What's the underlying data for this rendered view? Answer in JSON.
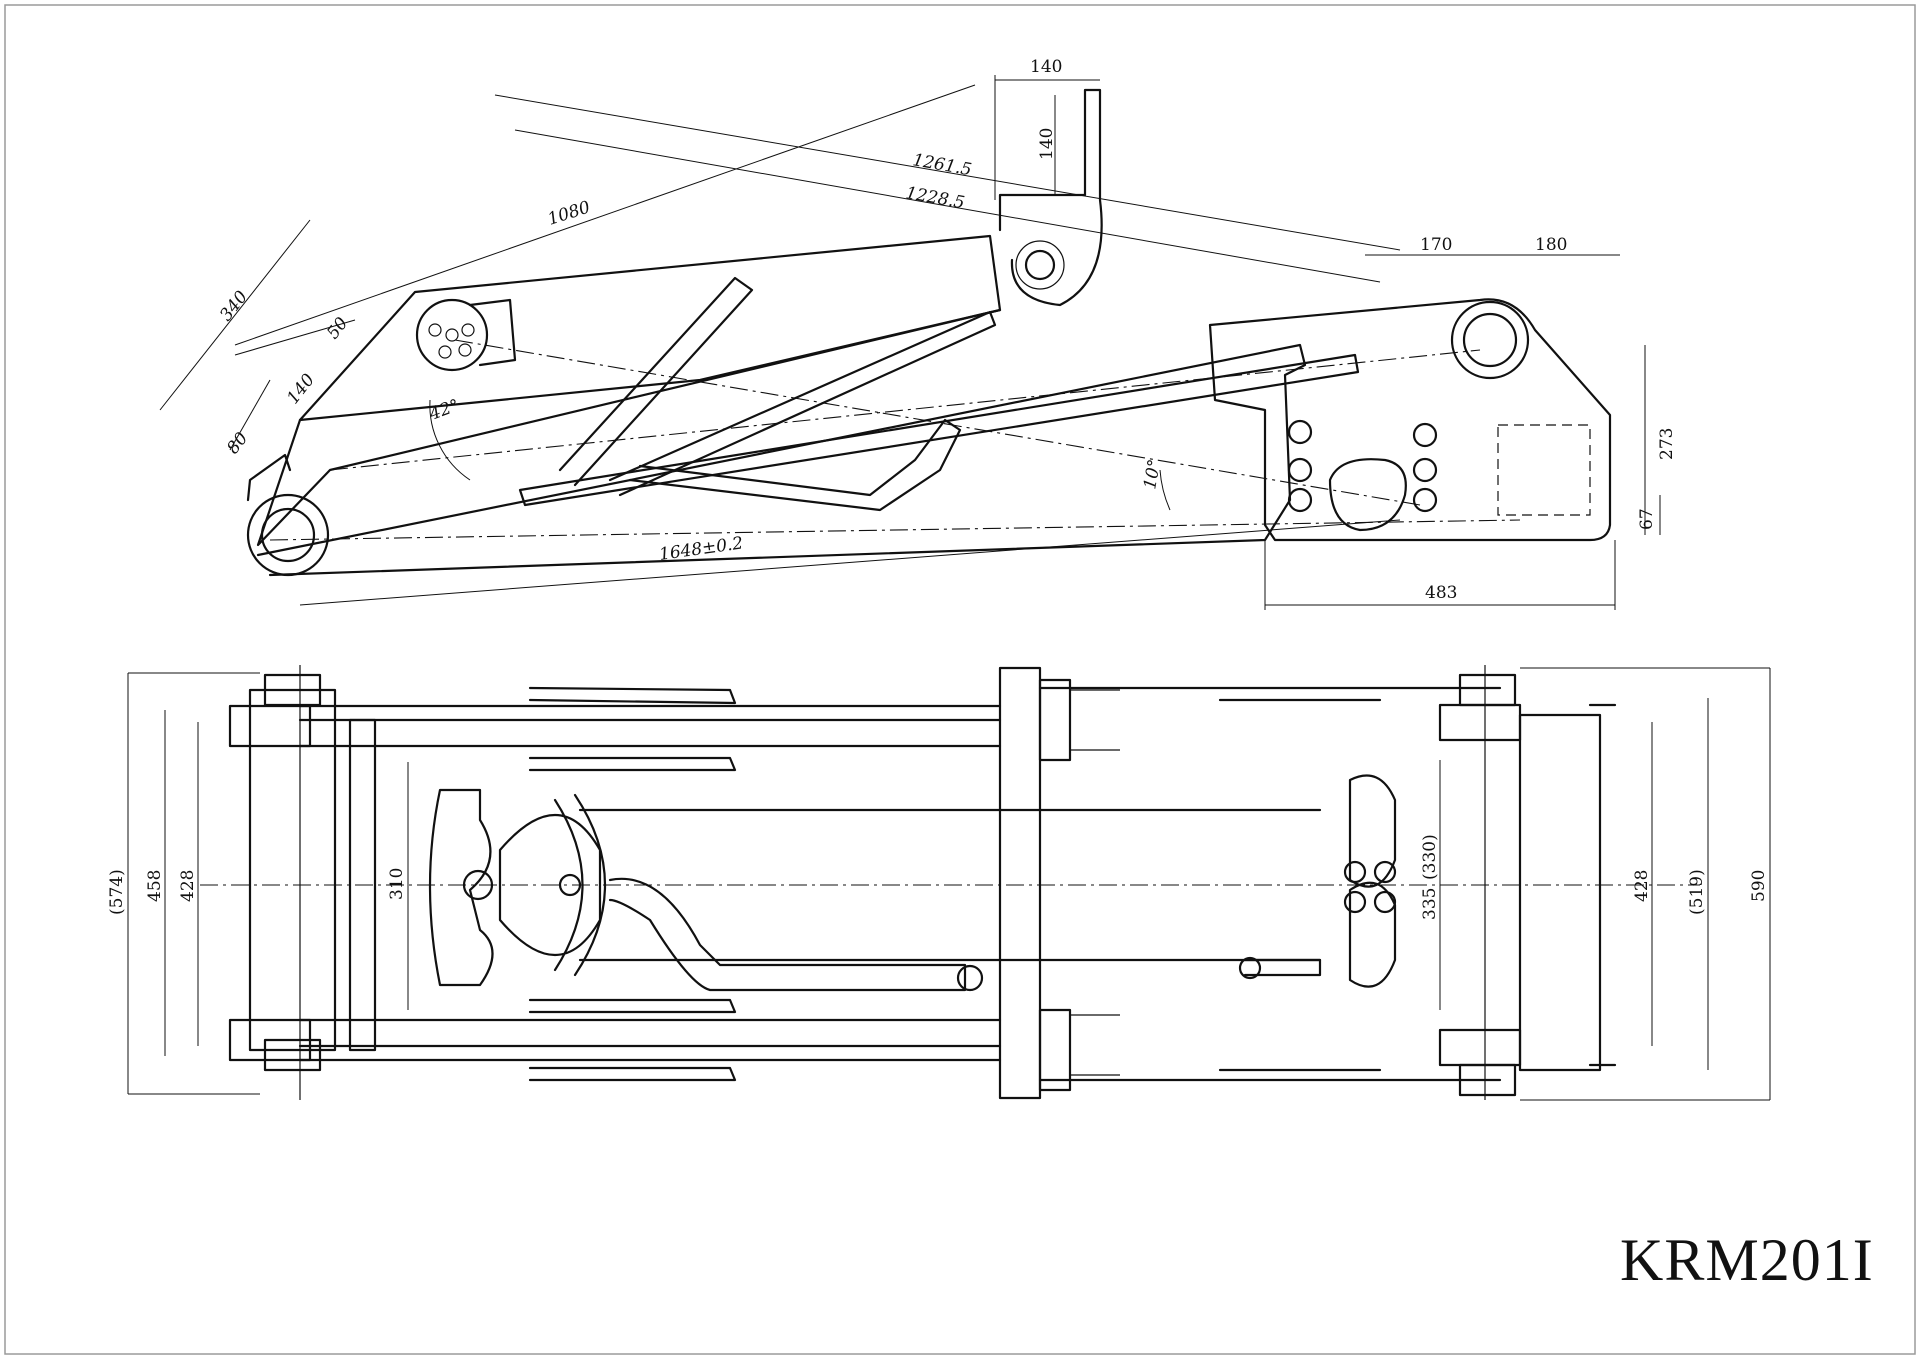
{
  "drawing": {
    "title": "KRM201I"
  },
  "side_view": {
    "dimensions": {
      "d140_top": "140",
      "d140_vert": "140",
      "d1261": "1261.5",
      "d1228": "1228.5",
      "d1080": "1080",
      "d340": "340",
      "d50": "50",
      "d140_left": "140",
      "d80": "80",
      "angle42": "42°",
      "d1648": "1648±0.2",
      "angle10": "10°",
      "d170": "170",
      "d180": "180",
      "d273": "273",
      "d67": "67",
      "d483": "483"
    }
  },
  "plan_view": {
    "dimensions": {
      "d574": "(574)",
      "d458": "458",
      "d428_left": "428",
      "d310": "310",
      "d335": "335",
      "d330": "(330)",
      "d428_right": "428",
      "d519": "(519)",
      "d590": "590"
    }
  }
}
